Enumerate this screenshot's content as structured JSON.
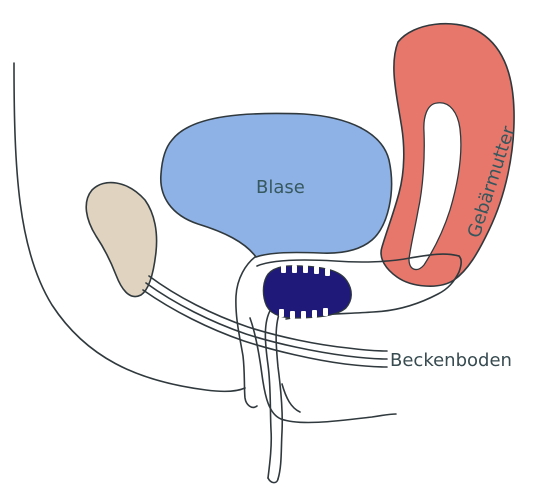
{
  "labels": {
    "bladder": "Blase",
    "uterus": "Gebärmutter",
    "pelvic_floor": "Beckenboden"
  },
  "colors": {
    "bladder": "#8fb2e6",
    "uterus": "#e8776b",
    "pubic_bone": "#e0d3c0",
    "device": "#1f1a7a",
    "line": "#30393d",
    "text": "#374b50"
  }
}
